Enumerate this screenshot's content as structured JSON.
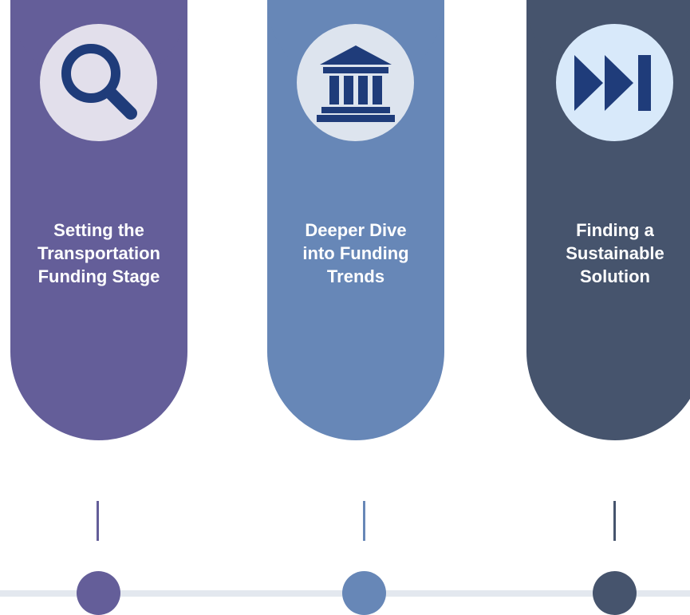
{
  "colors": {
    "stage1": "#645e99",
    "stage2": "#6787b7",
    "stage3": "#46546d",
    "icon_bg_1": "#e2dfeb",
    "icon_bg_2": "#dde4ee",
    "icon_bg_3": "#d8e9fa",
    "icon_fg": "#1f3c7a",
    "timeline": "#e3e8ef"
  },
  "stages": [
    {
      "icon": "magnifying-glass-icon",
      "lines": [
        "Setting the",
        "Transportation",
        "Funding Stage"
      ]
    },
    {
      "icon": "bank-building-icon",
      "lines": [
        "Deeper Dive",
        "into Funding",
        "Trends"
      ]
    },
    {
      "icon": "fast-forward-icon",
      "lines": [
        "Finding a",
        "Sustainable",
        "Solution"
      ]
    }
  ]
}
